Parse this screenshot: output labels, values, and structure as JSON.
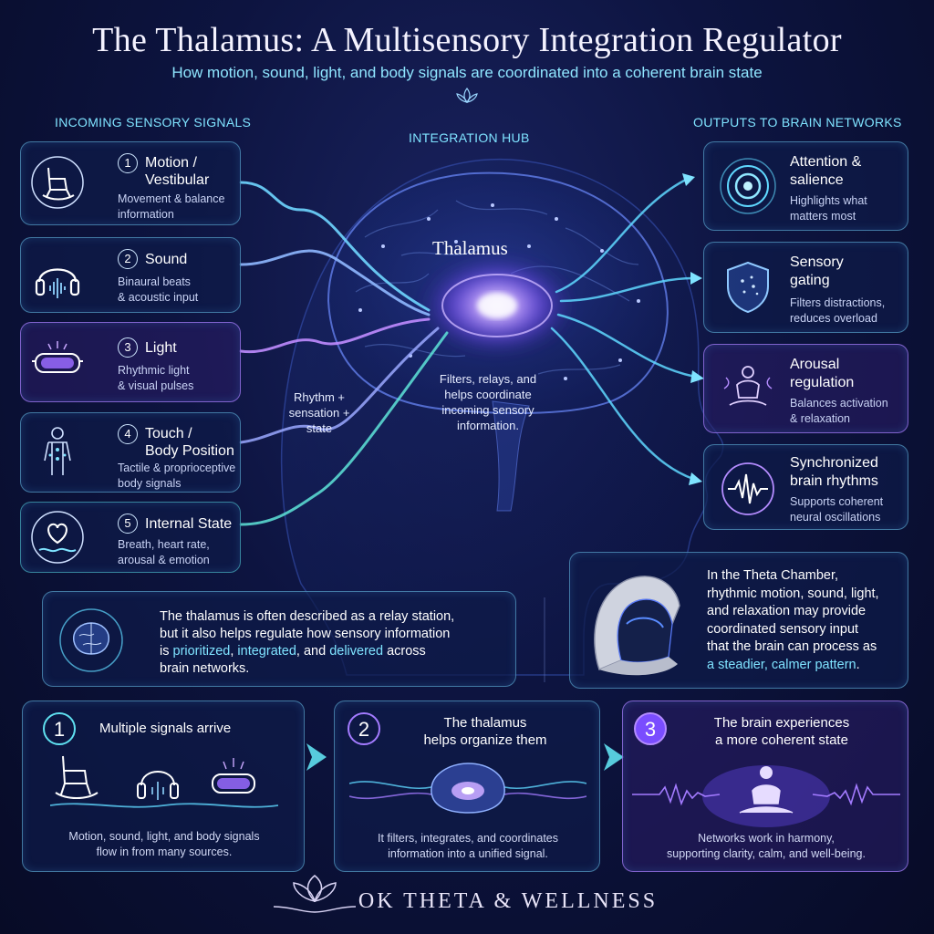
{
  "header": {
    "title": "The Thalamus: A Multisensory Integration Regulator",
    "subtitle": "How motion, sound, light, and body signals are coordinated into a coherent brain state"
  },
  "labels": {
    "incoming": "INCOMING SENSORY SIGNALS",
    "hub": "INTEGRATION HUB",
    "outputs": "OUTPUTS TO BRAIN NETWORKS"
  },
  "inputs": [
    {
      "num": "1",
      "title_line1": "Motion /",
      "title_line2": "Vestibular",
      "desc_line1": "Movement & balance",
      "desc_line2": "information",
      "icon": "rocking-chair-icon"
    },
    {
      "num": "2",
      "title_line1": "Sound",
      "title_line2": "",
      "desc_line1": "Binaural beats",
      "desc_line2": "& acoustic input",
      "icon": "headphones-icon"
    },
    {
      "num": "3",
      "title_line1": "Light",
      "title_line2": "",
      "desc_line1": "Rhythmic light",
      "desc_line2": "& visual pulses",
      "icon": "light-goggles-icon"
    },
    {
      "num": "4",
      "title_line1": "Touch /",
      "title_line2": "Body Position",
      "desc_line1": "Tactile & proprioceptive",
      "desc_line2": "body signals",
      "icon": "body-figure-icon"
    },
    {
      "num": "5",
      "title_line1": "Internal State",
      "title_line2": "",
      "desc_line1": "Breath, heart rate,",
      "desc_line2": "arousal & emotion",
      "icon": "heart-wave-icon"
    }
  ],
  "hub": {
    "thalamus_label": "Thalamus",
    "desc_lines": [
      "Filters, relays, and",
      "helps coordinate",
      "incoming sensory",
      "information."
    ],
    "flow_lines": [
      "Rhythm +",
      "sensation +",
      "state"
    ]
  },
  "outputs": [
    {
      "title_line1": "Attention &",
      "title_line2": "salience",
      "desc_line1": "Highlights what",
      "desc_line2": "matters most",
      "icon": "target-icon"
    },
    {
      "title_line1": "Sensory",
      "title_line2": "gating",
      "desc_line1": "Filters distractions,",
      "desc_line2": "reduces overload",
      "icon": "shield-icon"
    },
    {
      "title_line1": "Arousal",
      "title_line2": "regulation",
      "desc_line1": "Balances activation",
      "desc_line2": "& relaxation",
      "icon": "meditation-icon"
    },
    {
      "title_line1": "Synchronized",
      "title_line2": "brain rhythms",
      "desc_line1": "Supports coherent",
      "desc_line2": "neural oscillations",
      "icon": "waveform-icon"
    }
  ],
  "relay_note": {
    "line1": "The thalamus is often described as a relay station,",
    "line2": "but it also helps regulate how sensory information",
    "line3_a": "is ",
    "line3_b": "prioritized",
    "line3_c": ", ",
    "line3_d": "integrated",
    "line3_e": ", and ",
    "line3_f": "delivered",
    "line3_g": " across",
    "line4": "brain networks."
  },
  "chamber_note": {
    "lines": [
      "In the Theta Chamber,",
      "rhythmic motion, sound, light,",
      "and relaxation may provide",
      "coordinated sensory input",
      "that the brain can process as"
    ],
    "line6_hl": "a steadier, calmer pattern",
    "line6_end": "."
  },
  "steps": [
    {
      "num": "1",
      "title_line1": "Multiple signals arrive",
      "title_line2": "",
      "desc_line1": "Motion, sound, light, and body signals",
      "desc_line2": "flow in from many sources."
    },
    {
      "num": "2",
      "title_line1": "The thalamus",
      "title_line2": "helps organize them",
      "desc_line1": "It filters, integrates, and coordinates",
      "desc_line2": "information into a unified signal."
    },
    {
      "num": "3",
      "title_line1": "The brain experiences",
      "title_line2": "a more coherent state",
      "desc_line1": "Networks work in harmony,",
      "desc_line2": "supporting clarity, calm, and well-being."
    }
  ],
  "footer": "OK THETA & WELLNESS",
  "colors": {
    "accent_cyan": "#7fe3ff",
    "accent_purple": "#a37bff",
    "background": "#0d1440"
  }
}
